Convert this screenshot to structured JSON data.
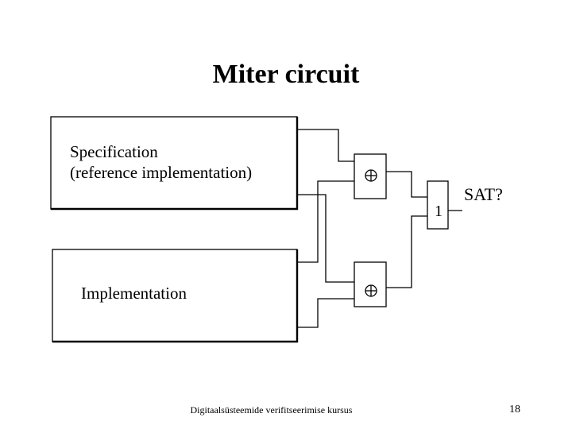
{
  "slide": {
    "title": "Miter circuit",
    "footer": "Digitaalsüsteemide verifitseerimise kursus",
    "page_number": "18"
  },
  "diagram": {
    "spec_box": {
      "line1": "Specification",
      "line2": "(reference implementation)"
    },
    "impl_box": {
      "label": "Implementation"
    },
    "xor_gate_symbol": "⊕",
    "or_gate_output": "1",
    "output_label": "SAT?"
  }
}
